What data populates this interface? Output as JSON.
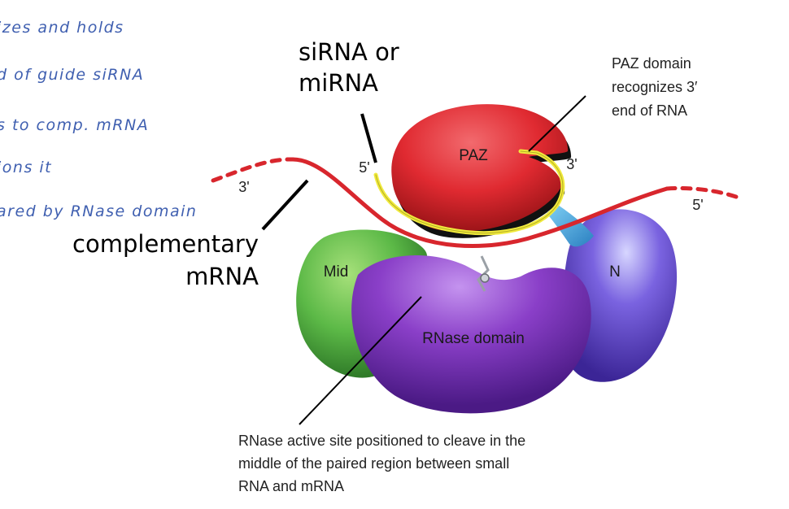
{
  "handwritten_notes": [
    "izes and holds",
    "d of guide siRNA",
    "s to comp. mRNA",
    "ions it",
    "ared by RNase domain"
  ],
  "callouts": {
    "sirna_line1": "siRNA or",
    "sirna_line2": "miRNA",
    "mrna_line1": "complementary",
    "mrna_line2": "mRNA"
  },
  "paz_note": [
    "PAZ domain",
    "recognizes 3′",
    "end of RNA"
  ],
  "rnase_note": [
    "RNase active site positioned to cleave in the",
    "middle of the paired region between small",
    "RNA and mRNA"
  ],
  "domains": {
    "paz": "PAZ",
    "mid": "Mid",
    "rnase": "RNase domain",
    "n": "N"
  },
  "ends": {
    "guide_5": "5'",
    "guide_3": "3'",
    "mrna_3": "3'",
    "mrna_5": "5'"
  },
  "colors": {
    "paz": "#e8333a",
    "mid": "#5cb947",
    "rnase": "#7a36b8",
    "n": "#6a4fd0",
    "guide_rna": "#f0ea3c",
    "mrna": "#d8262d",
    "linker": "#3a9ed8",
    "handwriting": "#3f5fb0"
  }
}
